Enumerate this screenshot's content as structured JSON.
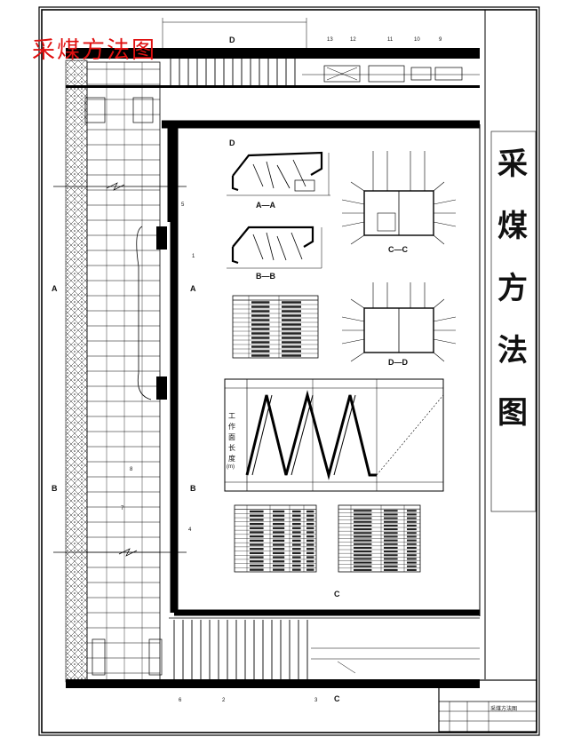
{
  "drawing": {
    "red_title": "采煤方法图",
    "side_title_chars": [
      "采",
      "煤",
      "方",
      "法",
      "图"
    ],
    "section_labels": {
      "aa": "A—A",
      "bb": "B—B",
      "cc": "C—C",
      "dd": "D—D"
    },
    "cut_markers": [
      "A",
      "A",
      "B",
      "B",
      "C",
      "C",
      "D",
      "D"
    ],
    "callout_numbers": [
      "1",
      "2",
      "3",
      "4",
      "5",
      "6",
      "7",
      "8",
      "9",
      "10",
      "11",
      "12",
      "13"
    ],
    "chart_axis_chars": [
      "工",
      "作",
      "面",
      "长",
      "度",
      "(m)"
    ],
    "title_block": {
      "name": "采煤方法图"
    }
  }
}
